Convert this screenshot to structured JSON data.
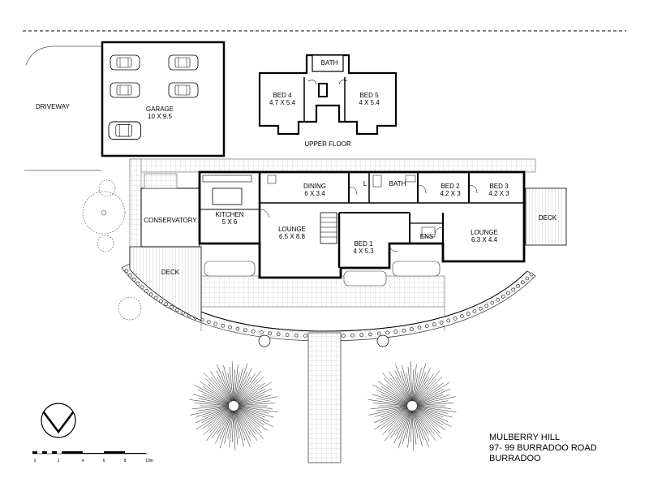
{
  "rooms": {
    "garage": {
      "name": "GARAGE",
      "size": "10 X 9.5"
    },
    "driveway": "DRIVEWAY",
    "bath_upper": "BATH",
    "bed4": {
      "name": "BED 4",
      "size": "4.7 X 5.4"
    },
    "bed5": {
      "name": "BED 5",
      "size": "4 X 5.4"
    },
    "upper_floor": "UPPER FLOOR",
    "conservatory": "CONSERVATORY",
    "kitchen": {
      "name": "KITCHEN",
      "size": "5 X 6"
    },
    "dining": {
      "name": "DINING",
      "size": "6 X 3.4"
    },
    "laundry": "L",
    "bath": "BATH",
    "bed2": {
      "name": "BED 2",
      "size": "4.2 X 3"
    },
    "bed3": {
      "name": "BED 3",
      "size": "4.2 X 3"
    },
    "deck_right": "DECK",
    "lounge_main": {
      "name": "LOUNGE",
      "size": "6.5 X 8.8"
    },
    "bed1": {
      "name": "BED 1",
      "size": "4 X 5.3"
    },
    "ens": "ENS",
    "lounge_right": {
      "name": "LOUNGE",
      "size": "6.3 X 4.4"
    },
    "deck_left": "DECK"
  },
  "title_block": {
    "line1": "MULBERRY HILL",
    "line2": "97- 99 BURRADOO ROAD",
    "line3": "BURRADOO"
  },
  "scale_bar": {
    "ticks": [
      "0",
      "2",
      "4",
      "6",
      "8",
      "10m"
    ]
  }
}
